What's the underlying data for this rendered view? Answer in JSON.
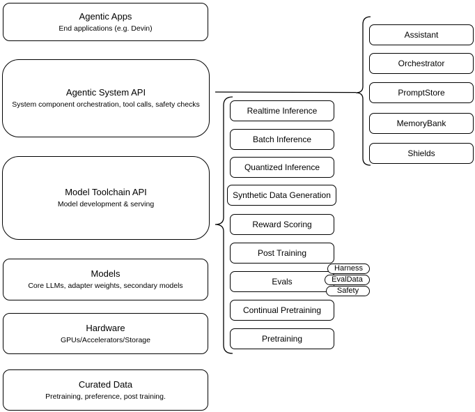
{
  "diagram": {
    "layers": [
      {
        "title": "Agentic Apps",
        "subtitle": "End applications (e.g. Devin)"
      },
      {
        "title": "Agentic System API",
        "subtitle": "System component orchestration, tool calls, safety checks"
      },
      {
        "title": "Model Toolchain API",
        "subtitle": "Model development & serving"
      },
      {
        "title": "Models",
        "subtitle": "Core LLMs, adapter weights, secondary models"
      },
      {
        "title": "Hardware",
        "subtitle": "GPUs/Accelerators/Storage"
      },
      {
        "title": "Curated Data",
        "subtitle": "Pretraining, preference, post training."
      }
    ],
    "toolchain_items": [
      "Realtime Inference",
      "Batch Inference",
      "Quantized Inference",
      "Synthetic Data Generation",
      "Reward Scoring",
      "Post Training",
      "Evals",
      "Continual Pretraining",
      "Pretraining"
    ],
    "evals_tags": [
      "Harness",
      "EvalData",
      "Safety"
    ],
    "system_items": [
      "Assistant",
      "Orchestrator",
      "PromptStore",
      "MemoryBank",
      "Shields"
    ],
    "colors": {
      "stroke": "#000000",
      "fill": "#ffffff",
      "text": "#000000"
    }
  }
}
